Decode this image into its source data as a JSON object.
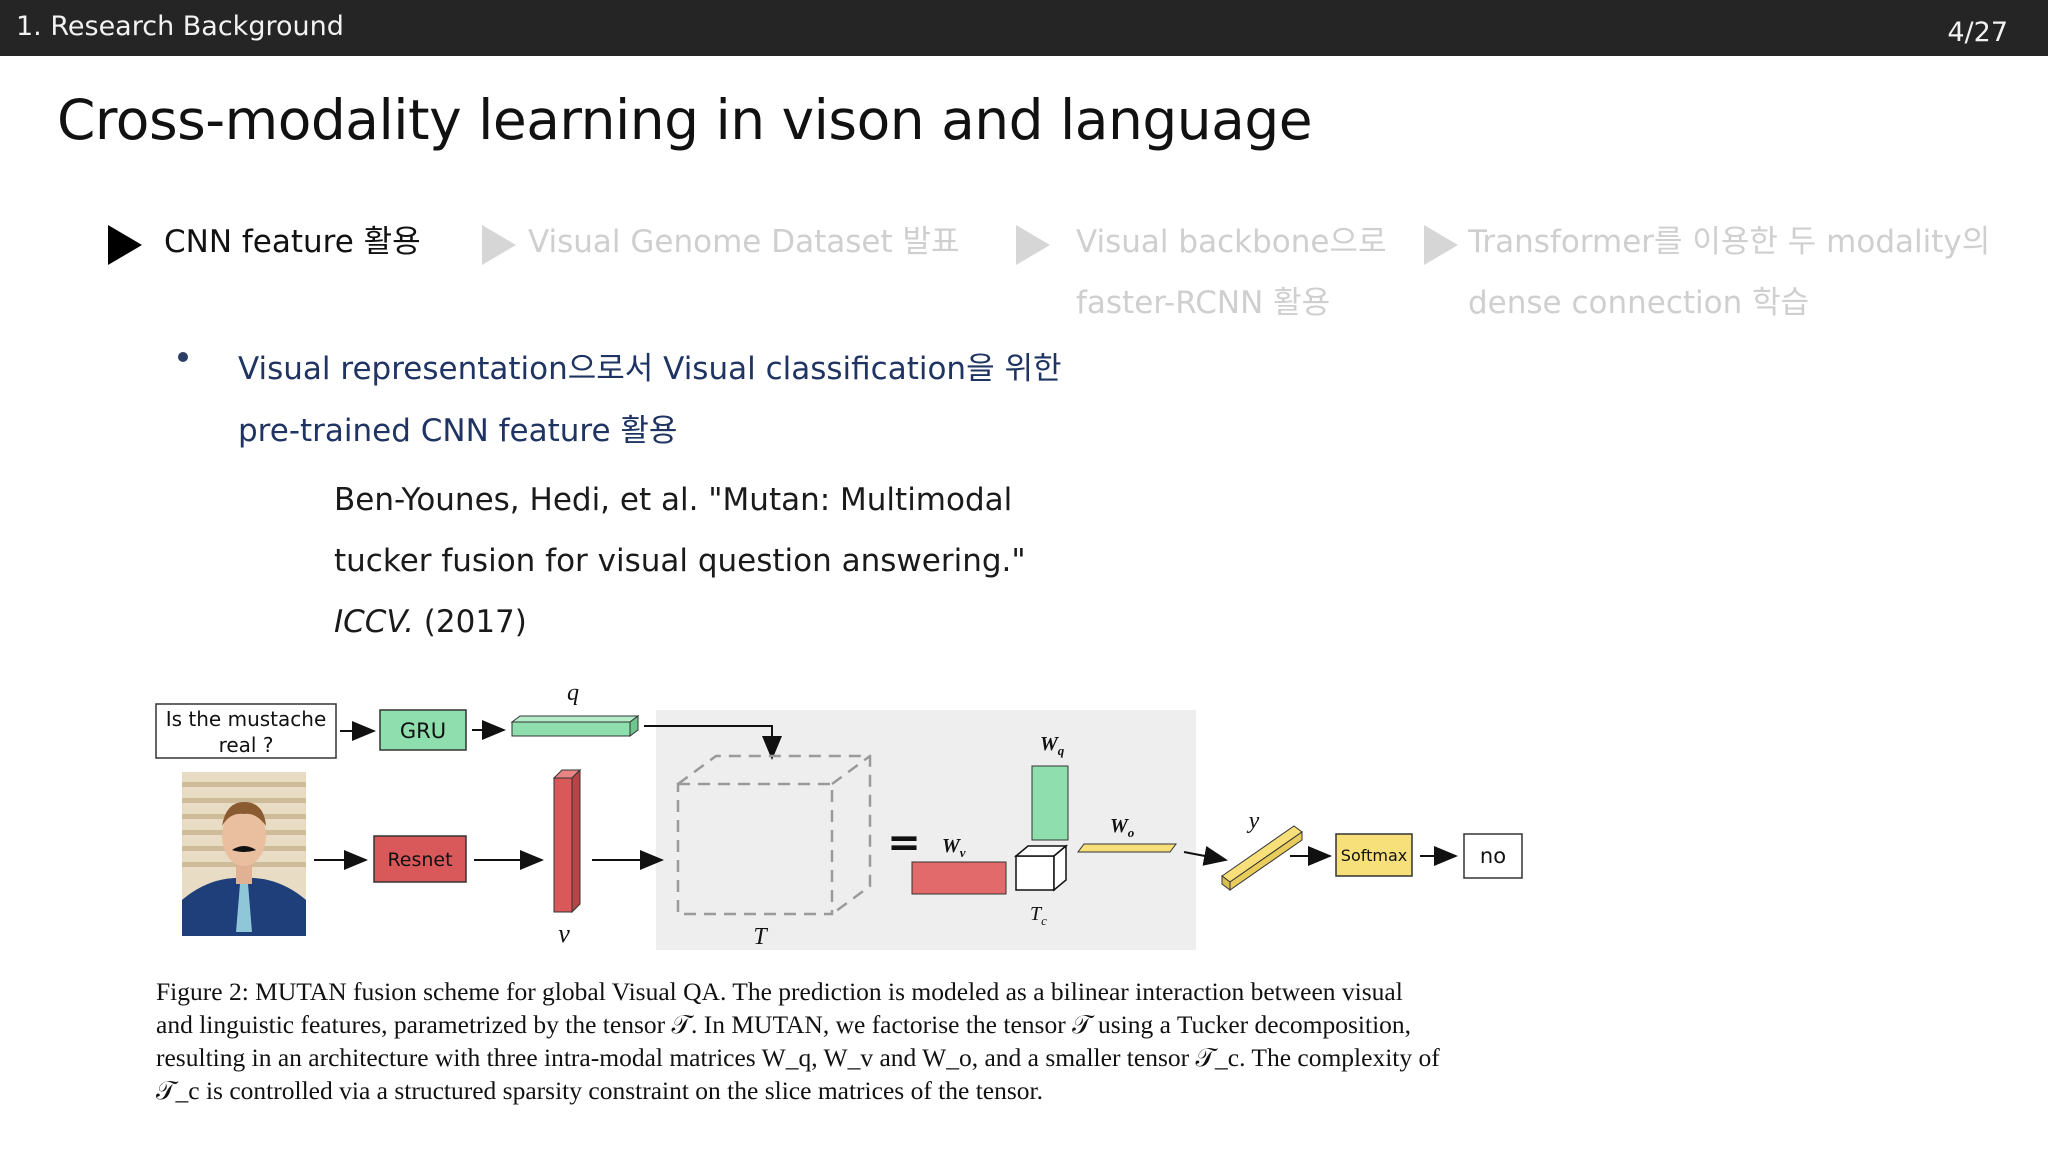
{
  "header": {
    "section": "1. Research Background",
    "page": "4/27"
  },
  "title": "Cross-modality learning in vison and language",
  "steps": [
    {
      "line1": "CNN feature 활용",
      "line2": ""
    },
    {
      "line1": "Visual Genome Dataset 발표",
      "line2": ""
    },
    {
      "line1": "Visual backbone으로",
      "line2": "faster-RCNN 활용"
    },
    {
      "line1": "Transformer를 이용한 두 modality의",
      "line2": "dense connection 학습"
    }
  ],
  "bullet": {
    "line1": "Visual representation으로서 Visual classification을 위한",
    "line2": "pre-trained CNN feature 활용"
  },
  "citation": {
    "line1": "Ben-Younes, Hedi, et al. \"Mutan: Multimodal",
    "line2": "tucker fusion for visual question answering.\"",
    "venue": "ICCV.",
    "year": " (2017)"
  },
  "figure": {
    "question": "Is the mustache real ?",
    "gru": "GRU",
    "resnet": "Resnet",
    "q_label": "q",
    "v_label": "v",
    "tensor_label": "T",
    "equals": "=",
    "wq": "W",
    "wq_sub": "q",
    "wv": "W",
    "wv_sub": "v",
    "wo": "W",
    "wo_sub": "o",
    "tc": "T",
    "tc_sub": "c",
    "y_label": "y",
    "softmax": "Softmax",
    "answer": "no"
  },
  "caption": {
    "line1": "Figure 2:  MUTAN fusion scheme for global Visual QA. The prediction is modeled as a bilinear interaction between visual",
    "line2": "and linguistic features, parametrized by the tensor 𝒯. In MUTAN, we factorise the tensor 𝒯 using a Tucker decomposition,",
    "line3": "resulting in an architecture with three intra-modal matrices W_q, W_v and W_o, and a smaller tensor 𝒯_c. The complexity of",
    "line4": "𝒯_c is controlled via a structured sparsity constraint on the slice matrices of the tensor."
  },
  "colors": {
    "green": "#8fdfae",
    "red": "#e36a6a",
    "yellow": "#f7e07a",
    "header_bg": "#252525"
  }
}
